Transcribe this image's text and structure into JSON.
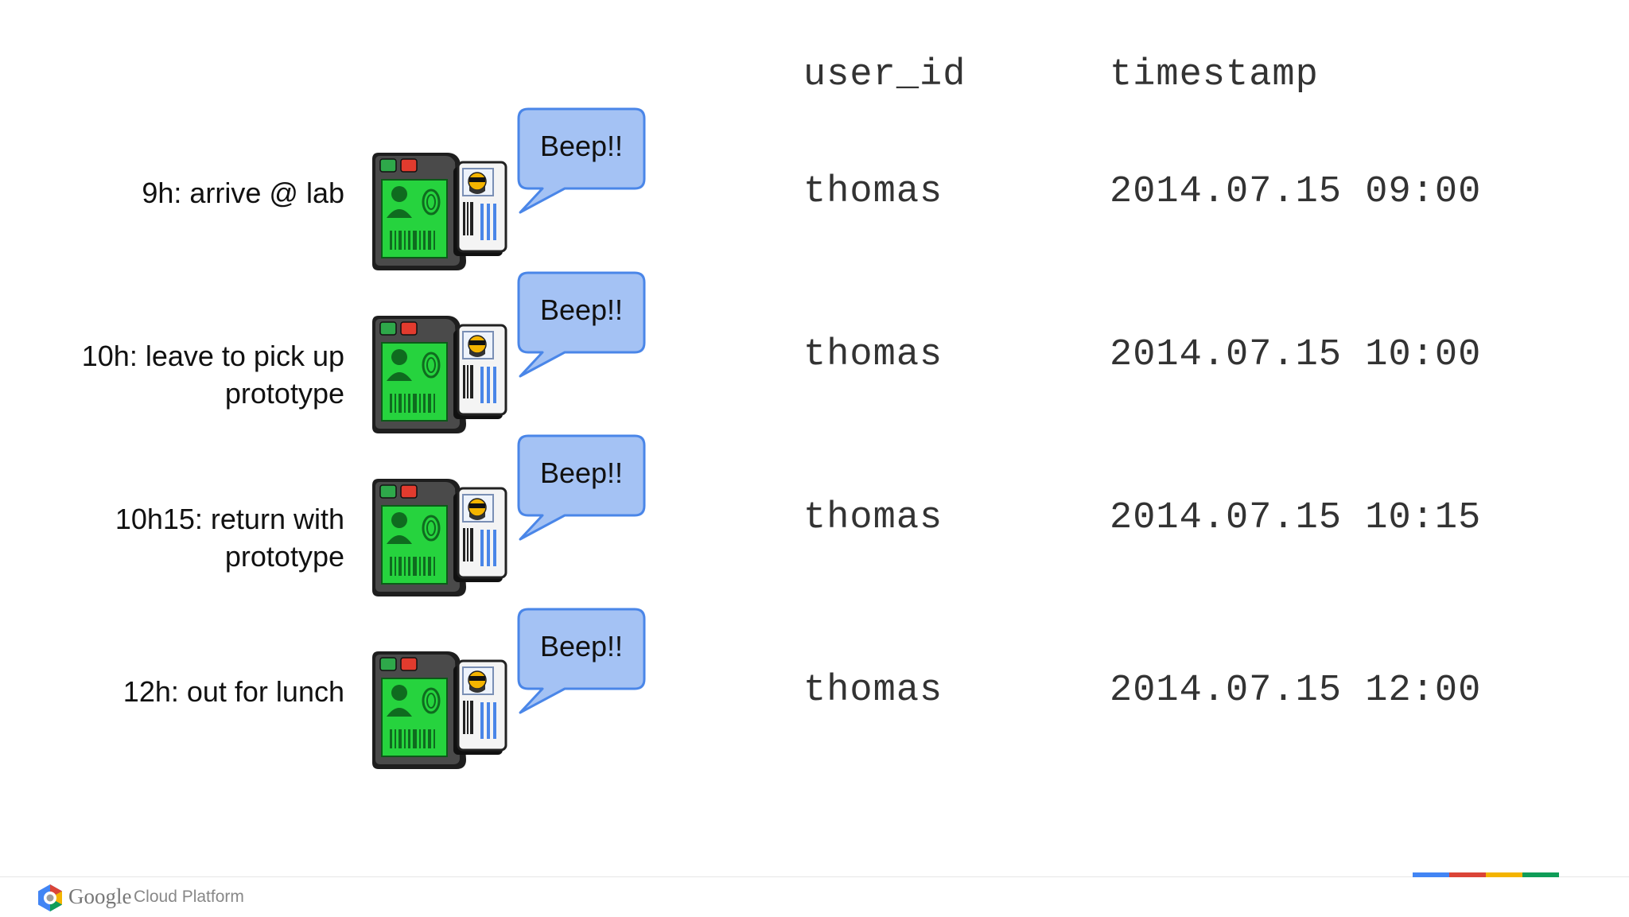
{
  "columns": {
    "user_id": "user_id",
    "timestamp": "timestamp"
  },
  "rows": [
    {
      "label_line1": "9h: arrive @ lab",
      "label_line2": "",
      "bubble": "Beep!!",
      "user_id": "thomas",
      "timestamp": "2014.07.15 09:00"
    },
    {
      "label_line1": "10h: leave to pick up",
      "label_line2": "prototype",
      "bubble": "Beep!!",
      "user_id": "thomas",
      "timestamp": "2014.07.15 10:00"
    },
    {
      "label_line1": "10h15: return with",
      "label_line2": "prototype",
      "bubble": "Beep!!",
      "user_id": "thomas",
      "timestamp": "2014.07.15 10:15"
    },
    {
      "label_line1": "12h: out for lunch",
      "label_line2": "",
      "bubble": "Beep!!",
      "user_id": "thomas",
      "timestamp": "2014.07.15 12:00"
    }
  ],
  "icons": {
    "reader": "badge-reader-icon",
    "bubble": "speech-bubble-icon",
    "logo": "google-cloud-logo-icon"
  },
  "footer": {
    "brand": "Google",
    "product": "Cloud Platform"
  },
  "colors": {
    "bubble_fill": "#a4c2f4",
    "bubble_stroke": "#4a86e8",
    "bar_blue": "#4285f4",
    "bar_red": "#db4437",
    "bar_yellow": "#f4b400",
    "bar_green": "#0f9d58"
  }
}
